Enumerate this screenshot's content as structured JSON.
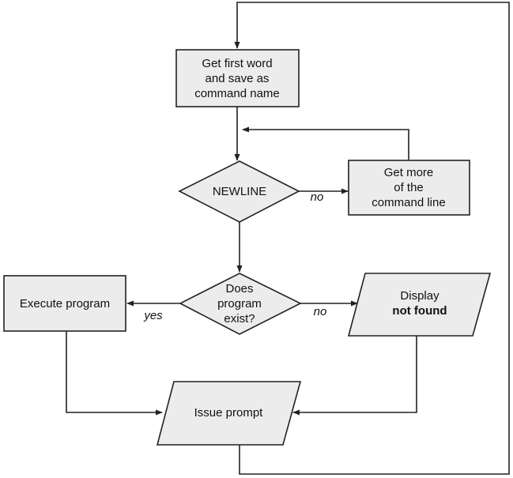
{
  "nodes": {
    "get_first_word": {
      "lines": [
        "Get first word",
        "and save as",
        "command name"
      ]
    },
    "newline": {
      "lines": [
        "NEWLINE"
      ]
    },
    "get_more": {
      "lines": [
        "Get more",
        "of the",
        "command line"
      ]
    },
    "program_exists": {
      "lines": [
        "Does",
        "program",
        "exist?"
      ]
    },
    "execute_program": {
      "lines": [
        "Execute program"
      ]
    },
    "display_not_found": {
      "line1": "Display",
      "line2": "not found"
    },
    "issue_prompt": {
      "lines": [
        "Issue prompt"
      ]
    }
  },
  "edge_labels": {
    "newline_no": "no",
    "exists_no": "no",
    "exists_yes": "yes"
  },
  "colors": {
    "fill": "#ececec",
    "stroke": "#222222"
  }
}
